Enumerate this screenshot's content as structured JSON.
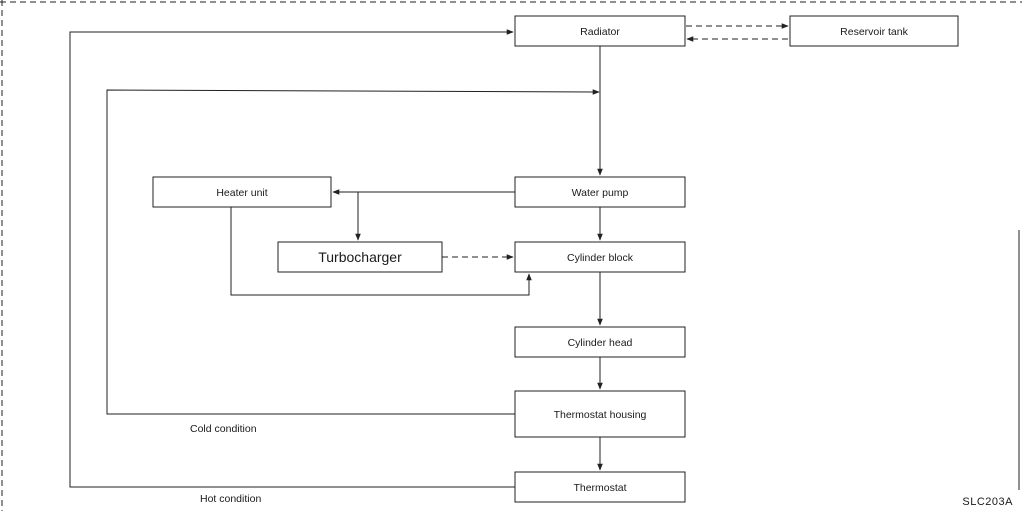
{
  "components": {
    "radiator": "Radiator",
    "reservoir_tank": "Reservoir tank",
    "water_pump": "Water pump",
    "heater_unit": "Heater unit",
    "turbocharger": "Turbocharger",
    "cylinder_block": "Cylinder block",
    "cylinder_head": "Cylinder head",
    "thermostat_housing": "Thermostat housing",
    "thermostat": "Thermostat"
  },
  "conditions": {
    "cold": "Cold condition",
    "hot": "Hot condition"
  },
  "figure_code": "SLC203A"
}
